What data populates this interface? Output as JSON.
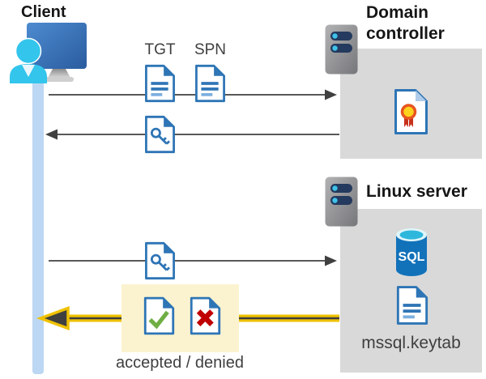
{
  "diagram": {
    "type": "sequence-flow",
    "nodes": {
      "client": {
        "label": "Client",
        "icon": "client-workstation-icon"
      },
      "domain_controller": {
        "label": "Domain controller",
        "icon": "server-icon",
        "contents": [
          {
            "icon": "certificate-icon"
          }
        ]
      },
      "linux_server": {
        "label": "Linux server",
        "icon": "server-icon",
        "contents": [
          {
            "icon": "sql-database-icon",
            "label": "SQL"
          },
          {
            "icon": "keytab-document-icon",
            "label": "mssql.keytab"
          }
        ]
      }
    },
    "messages": [
      {
        "from": "client",
        "to": "domain_controller",
        "direction": "right",
        "labels": [
          "TGT",
          "SPN"
        ],
        "icons": [
          "tgt-document-icon",
          "spn-document-icon"
        ]
      },
      {
        "from": "domain_controller",
        "to": "client",
        "direction": "left",
        "icons": [
          "key-document-icon"
        ]
      },
      {
        "from": "client",
        "to": "linux_server",
        "direction": "right",
        "icons": [
          "key-document-icon"
        ]
      },
      {
        "from": "linux_server",
        "to": "client",
        "direction": "left",
        "highlighted": true,
        "caption": "accepted / denied",
        "icons": [
          "accepted-document-icon",
          "denied-document-icon"
        ]
      }
    ],
    "colors": {
      "document_blue": "#2E75B6",
      "document_line_light_blue": "#7CAFDF",
      "lifeline_blue": "#BCD7F3",
      "node_box_gray": "#D9D9D9",
      "arrow_gray": "#595959",
      "highlight_box_yellow": "#FBF3CF",
      "highlight_arrow_yellow": "#EFC100",
      "accepted_green": "#6FAE44",
      "denied_red": "#C00000",
      "sql_cylinder_blue": "#1172BA",
      "sql_top_cyan": "#2EB7DC",
      "server_pill_navy": "#243A5E",
      "server_dot_cyan": "#3FC3EA",
      "person_cyan": "#33C5EC",
      "monitor_blue": "#3A76BE",
      "certificate_seal_yellow": "#FFD21E",
      "certificate_ribbon_red": "#C8311B",
      "heading_text": "#161616",
      "caption_text": "#3F3F3F"
    }
  }
}
